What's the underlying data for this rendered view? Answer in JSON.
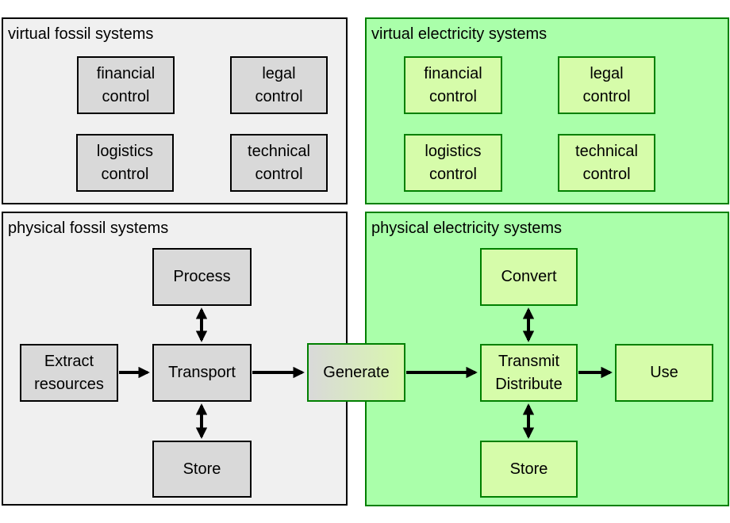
{
  "colors": {
    "fossil_panel_bg": "#f0f0f0",
    "fossil_box_bg": "#d9d9d9",
    "fossil_border": "#000000",
    "electricity_panel_bg": "#aaffaa",
    "electricity_box_bg": "#d6fcaa",
    "electricity_border": "#008000",
    "arrow": "#000000"
  },
  "virtual_fossil": {
    "title": "virtual fossil systems",
    "boxes": {
      "financial": "financial\ncontrol",
      "legal": "legal\ncontrol",
      "logistics": "logistics\ncontrol",
      "technical": "technical\ncontrol"
    }
  },
  "virtual_electricity": {
    "title": "virtual electricity systems",
    "boxes": {
      "financial": "financial\ncontrol",
      "legal": "legal\ncontrol",
      "logistics": "logistics\ncontrol",
      "technical": "technical\ncontrol"
    }
  },
  "physical_fossil": {
    "title": "physical fossil systems",
    "boxes": {
      "process": "Process",
      "extract": "Extract\nresources",
      "transport": "Transport",
      "store": "Store"
    }
  },
  "generate": {
    "label": "Generate"
  },
  "physical_electricity": {
    "title": "physical electricity systems",
    "boxes": {
      "convert": "Convert",
      "transmit": "Transmit\nDistribute",
      "use": "Use",
      "store": "Store"
    }
  },
  "arrows": [
    "extract-to-transport",
    "transport-process-bidirectional",
    "transport-store-bidirectional",
    "transport-to-generate",
    "generate-to-transmit",
    "transmit-convert-bidirectional",
    "transmit-store-bidirectional",
    "transmit-to-use"
  ]
}
